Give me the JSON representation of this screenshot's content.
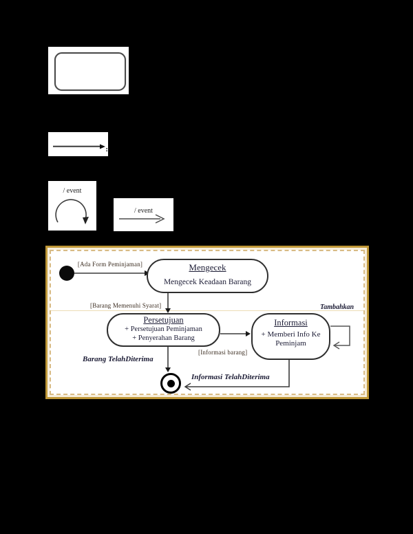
{
  "symbols": {
    "self_transition": {
      "label": "/ event"
    },
    "event_arrow": {
      "label": "/ event"
    },
    "transition_arrow": {
      "artifact": ":"
    }
  },
  "diagram": {
    "states": {
      "mengecek": {
        "title": "Mengecek",
        "body": "Mengecek Keadaan Barang"
      },
      "persetujuan": {
        "title": "Persetujuan",
        "line1": "+ Persetujuan Peminjaman",
        "line2": "+ Penyerahan Barang"
      },
      "informasi": {
        "title": "Informasi",
        "line1": "+ Memberi Info Ke",
        "line2": "Peminjam"
      }
    },
    "transitions": {
      "ada_form": "[Ada Form Peminjaman]",
      "barang_memenuhi": "[Barang Memenuhi Syarat]",
      "informasi_barang": "[Informasi barang]",
      "tambahkan": "Tambahkan",
      "barang_telah_diterima": "Barang TelahDiterima",
      "informasi_telah_diterima": "Informasi TelahDiterima"
    },
    "colors": {
      "border_gold": "#bf9737",
      "border_dash": "#d8bb84",
      "canvas": "#ffffff"
    }
  }
}
